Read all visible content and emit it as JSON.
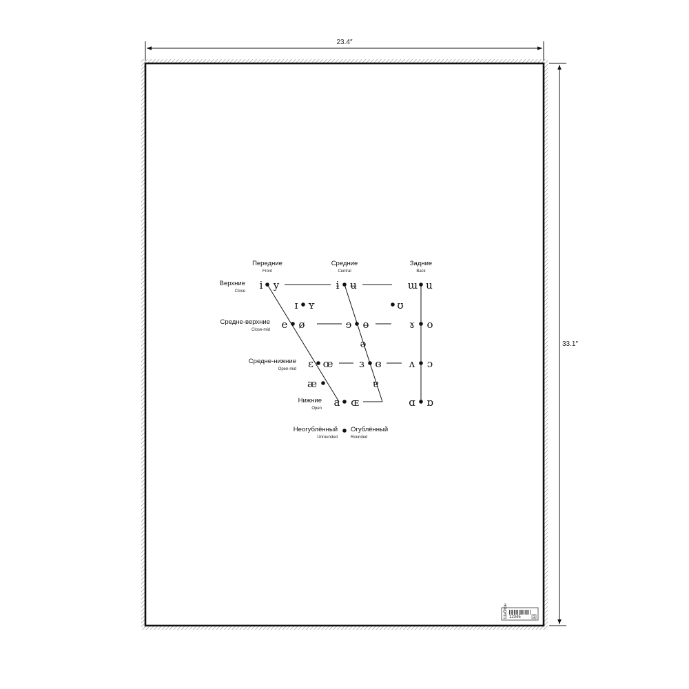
{
  "sheet": {
    "width_label": "23.4″",
    "height_label": "33.1″",
    "tag": {
      "side_text": "Шаблон",
      "code": "12345",
      "num": "1"
    }
  },
  "chart": {
    "columns": [
      {
        "ru": "Передние",
        "en": "Front"
      },
      {
        "ru": "Средние",
        "en": "Central"
      },
      {
        "ru": "Задние",
        "en": "Back"
      }
    ],
    "rows": [
      {
        "ru": "Верхние",
        "en": "Close"
      },
      {
        "ru": "Средне-верхние",
        "en": "Close-mid"
      },
      {
        "ru": "Средне-нижние",
        "en": "Open-mid"
      },
      {
        "ru": "Нижние",
        "en": "Open"
      }
    ],
    "vowels": {
      "close_front_u": "i",
      "close_front_r": "y",
      "close_central_u": "ɨ",
      "close_central_r": "ʉ",
      "close_back_u": "ɯ",
      "close_back_r": "u",
      "nearclose_front_u": "ɪ",
      "nearclose_front_r": "ʏ",
      "nearclose_back_r": "ʊ",
      "closemid_front_u": "e",
      "closemid_front_r": "ø",
      "closemid_central_u": "ɘ",
      "closemid_central_r": "ɵ",
      "closemid_back_u": "ɤ",
      "closemid_back_r": "o",
      "mid_central": "ə",
      "openmid_front_u": "ɛ",
      "openmid_front_r": "œ",
      "openmid_central_u": "ɜ",
      "openmid_central_r": "ɞ",
      "openmid_back_u": "ʌ",
      "openmid_back_r": "ɔ",
      "nearopen_front": "æ",
      "nearopen_central": "ɐ",
      "open_front_u": "a",
      "open_front_r": "ɶ",
      "open_back_u": "ɑ",
      "open_back_r": "ɒ"
    },
    "legend": {
      "unrounded_ru": "Неогублённый",
      "unrounded_en": "Unrounded",
      "rounded_ru": "Огублённый",
      "rounded_en": "Rounded"
    }
  }
}
